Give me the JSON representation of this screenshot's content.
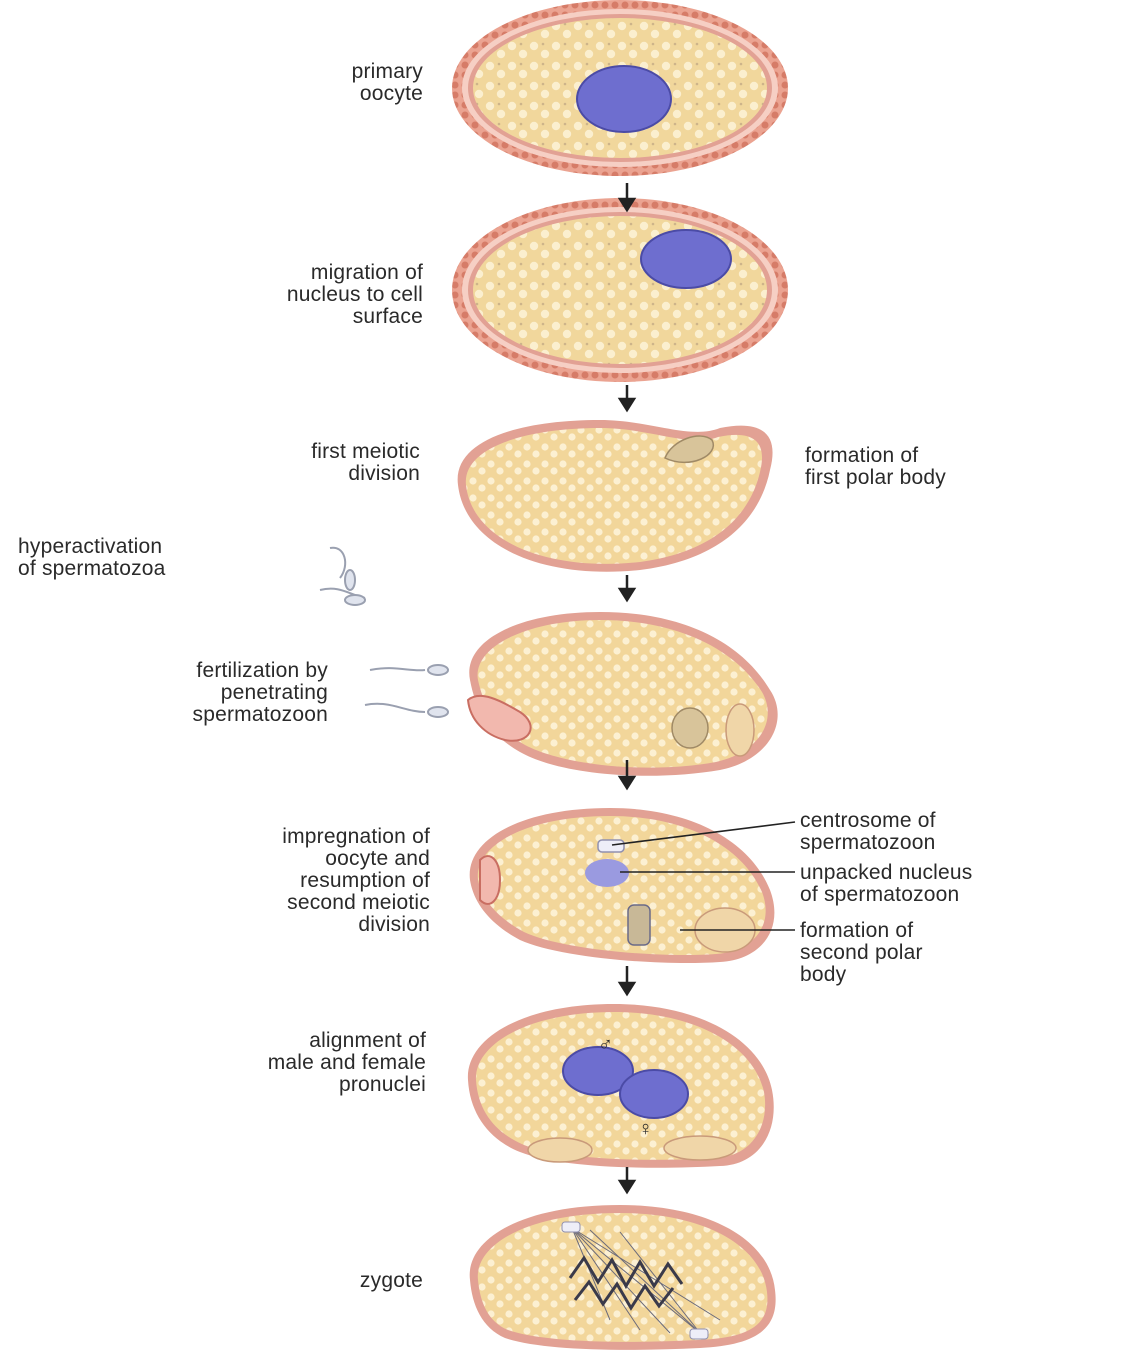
{
  "stages": [
    {
      "lines": [
        "primary",
        "oocyte"
      ]
    },
    {
      "lines": [
        "migration of",
        "nucleus to cell",
        "surface"
      ]
    },
    {
      "lines": [
        "first meiotic",
        "division"
      ]
    },
    {
      "lines": [
        "fertilization by",
        "penetrating",
        "spermatozoon"
      ]
    },
    {
      "lines": [
        "impregnation of",
        "oocyte and",
        "resumption of",
        "second meiotic",
        "division"
      ]
    },
    {
      "lines": [
        "alignment of",
        "male and female",
        "pronuclei"
      ]
    },
    {
      "lines": [
        "zygote"
      ]
    }
  ],
  "side_labels": {
    "first_polar_body": [
      "formation of",
      "first polar body"
    ],
    "hyperactivation": [
      "hyperactivation",
      "of spermatozoa"
    ],
    "centrosome": [
      "centrosome of",
      "spermatozoon"
    ],
    "unpacked_nucleus": [
      "unpacked nucleus",
      "of spermatozoon"
    ],
    "second_polar_body": [
      "formation of",
      "second polar",
      "body"
    ]
  },
  "symbols": {
    "male": "♂",
    "female": "♀"
  },
  "colors": {
    "cytoplasm": "#f3dca4",
    "yolk_granule": "#fbeecd",
    "membrane": "#d98a8a",
    "zona": "#e39b86",
    "nucleus": "#6f6fd0",
    "arrow": "#222222"
  }
}
